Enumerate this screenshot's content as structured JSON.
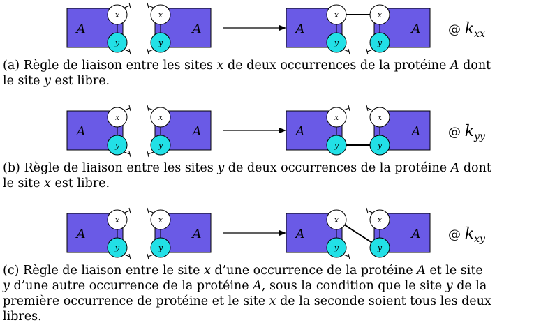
{
  "colors": {
    "protein": "#6a5ae6",
    "site_y": "#22e0e6",
    "site_x": "#ffffff",
    "stroke": "#000000"
  },
  "protein_label": "A",
  "site_labels": {
    "x": "x",
    "y": "y"
  },
  "rules": [
    {
      "id": "a",
      "rate_prefix": "@ ",
      "rate_base": "k",
      "rate_subscript": "xx",
      "bond": "x-x",
      "caption": {
        "tag": "(a)",
        "parts": [
          "Règle de liaison entre les sites ",
          "x",
          " de deux occurrences de la protéine ",
          "A",
          " dont",
          "le site ",
          "y",
          " est libre."
        ]
      }
    },
    {
      "id": "b",
      "rate_prefix": "@ ",
      "rate_base": "k",
      "rate_subscript": "yy",
      "bond": "y-y",
      "caption": {
        "tag": "(b)",
        "parts": [
          "Règle de liaison entre les sites ",
          "y",
          " de deux occurrences de la protéine ",
          "A",
          " dont",
          "le site ",
          "x",
          " est libre."
        ]
      }
    },
    {
      "id": "c",
      "rate_prefix": "@ ",
      "rate_base": "k",
      "rate_subscript": "xy",
      "bond": "x-y",
      "caption": {
        "tag": "(c)",
        "parts": [
          "Règle de liaison entre le site ",
          "x",
          " d’une occurrence de la protéine ",
          "A",
          " et le site",
          "y",
          " d’une autre occurrence de la protéine ",
          "A",
          ", sous la condition que le site ",
          "y",
          " de la",
          "première occurrence de protéine et le site ",
          "x",
          " de la seconde soient tous les deux",
          "libres."
        ]
      }
    }
  ]
}
